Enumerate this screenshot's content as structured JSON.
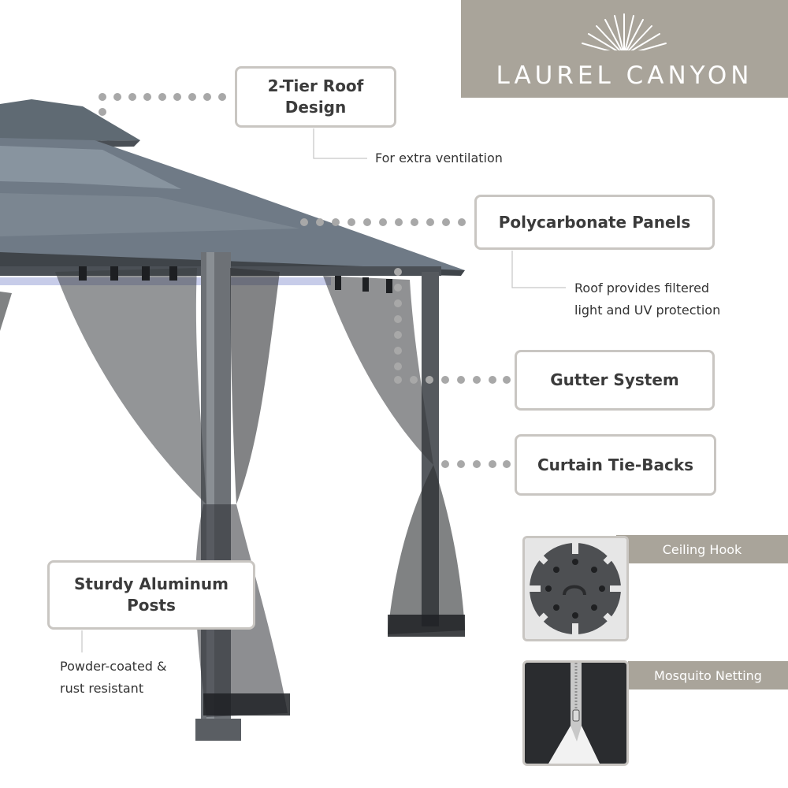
{
  "brand": {
    "name": "LAUREL CANYON"
  },
  "callouts": {
    "roof": {
      "title_line1": "2-Tier Roof",
      "title_line2": "Design",
      "detail": "For extra ventilation"
    },
    "panels": {
      "title": "Polycarbonate Panels",
      "detail_line1": "Roof provides filtered",
      "detail_line2": "light and UV protection"
    },
    "gutter": {
      "title": "Gutter System"
    },
    "tiebacks": {
      "title": "Curtain Tie-Backs"
    },
    "posts": {
      "title_line1": "Sturdy Aluminum",
      "title_line2": "Posts",
      "detail_line1": "Powder-coated &",
      "detail_line2": "rust resistant"
    }
  },
  "thumbnails": {
    "hook": {
      "label": "Ceiling Hook",
      "icon": "ceiling-hook-icon"
    },
    "netting": {
      "label": "Mosquito Netting",
      "icon": "zipper-icon"
    }
  },
  "colors": {
    "brand_band": "#a9a49a",
    "callout_border": "#c9c6c2",
    "dots": "#a8a8a8"
  }
}
